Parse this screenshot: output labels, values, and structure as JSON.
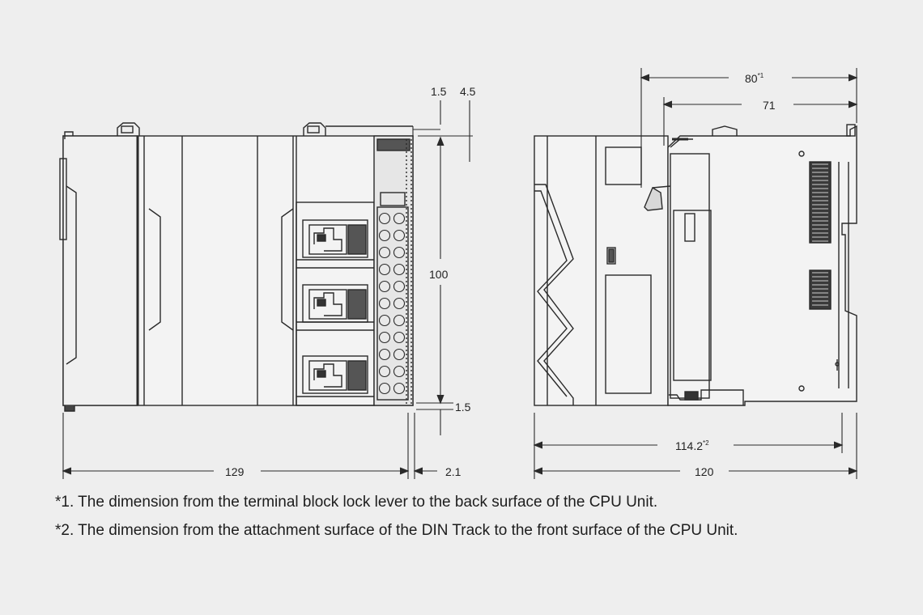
{
  "dimensions": {
    "top_left_a": "1.5",
    "top_left_b": "4.5",
    "height": "100",
    "bottom_gap": "1.5",
    "width_left": "129",
    "width_left_extra": "2.1",
    "top_right_outer": "80",
    "top_right_outer_note": "*1",
    "top_right_inner": "71",
    "depth_inner": "114.2",
    "depth_inner_note": "*2",
    "depth_total": "120"
  },
  "notes": [
    "*1. The dimension from the terminal block lock lever to the back surface of the CPU Unit.",
    "*2. The dimension from the attachment surface of the DIN Track to the front surface of the CPU Unit."
  ]
}
